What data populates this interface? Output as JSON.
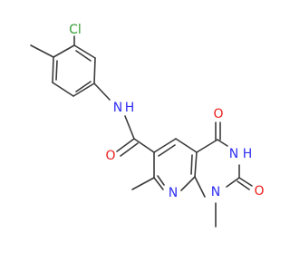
{
  "atom_labels": {
    "cl": "Cl",
    "nh_amide": "N",
    "h_amide": "H",
    "o_amide": "O",
    "o_c4": "O",
    "nh_ring": "N",
    "h_ring": "H",
    "o_c2": "O",
    "n_pyridine": "N",
    "n1": "N"
  },
  "colors": {
    "bond": "#3a3a3a",
    "chlorine": "#33a033",
    "nitrogen": "#2e2ef2",
    "oxygen": "#ee1c1c",
    "background": "#ffffff"
  }
}
